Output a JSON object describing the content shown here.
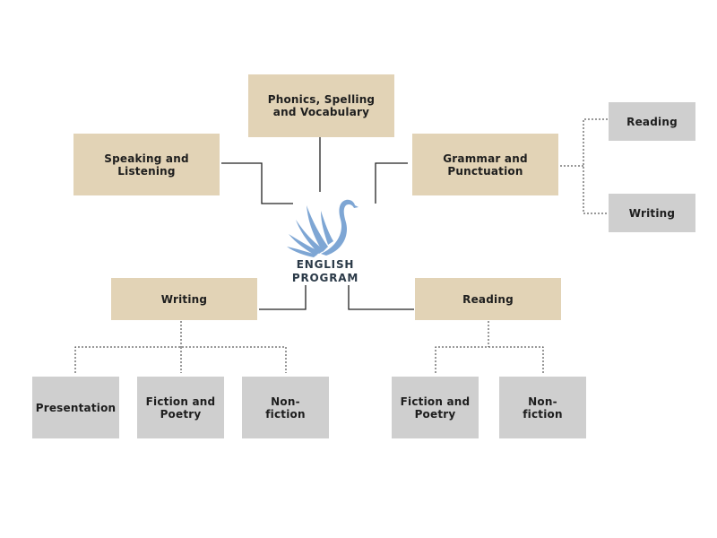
{
  "diagram": {
    "logo": {
      "icon": "swan-icon",
      "line1": "ENGLISH",
      "line2": "PROGRAM",
      "color": "#7ea6d4"
    },
    "nodes": {
      "phonics": "Phonics, Spelling\nand Vocabulary",
      "speaking": "Speaking and\nListening",
      "grammar": "Grammar and\nPunctuation",
      "grammar_reading": "Reading",
      "grammar_writing": "Writing",
      "writing": "Writing",
      "reading": "Reading",
      "writing_presentation": "Presentation",
      "writing_fiction": "Fiction and\nPoetry",
      "writing_nonfiction": "Non-\nfiction",
      "reading_fiction": "Fiction and\nPoetry",
      "reading_nonfiction": "Non-\nfiction"
    },
    "colors": {
      "primary_box": "#e2d3b6",
      "secondary_box": "#cfcfcf",
      "connector": "#222222"
    }
  }
}
